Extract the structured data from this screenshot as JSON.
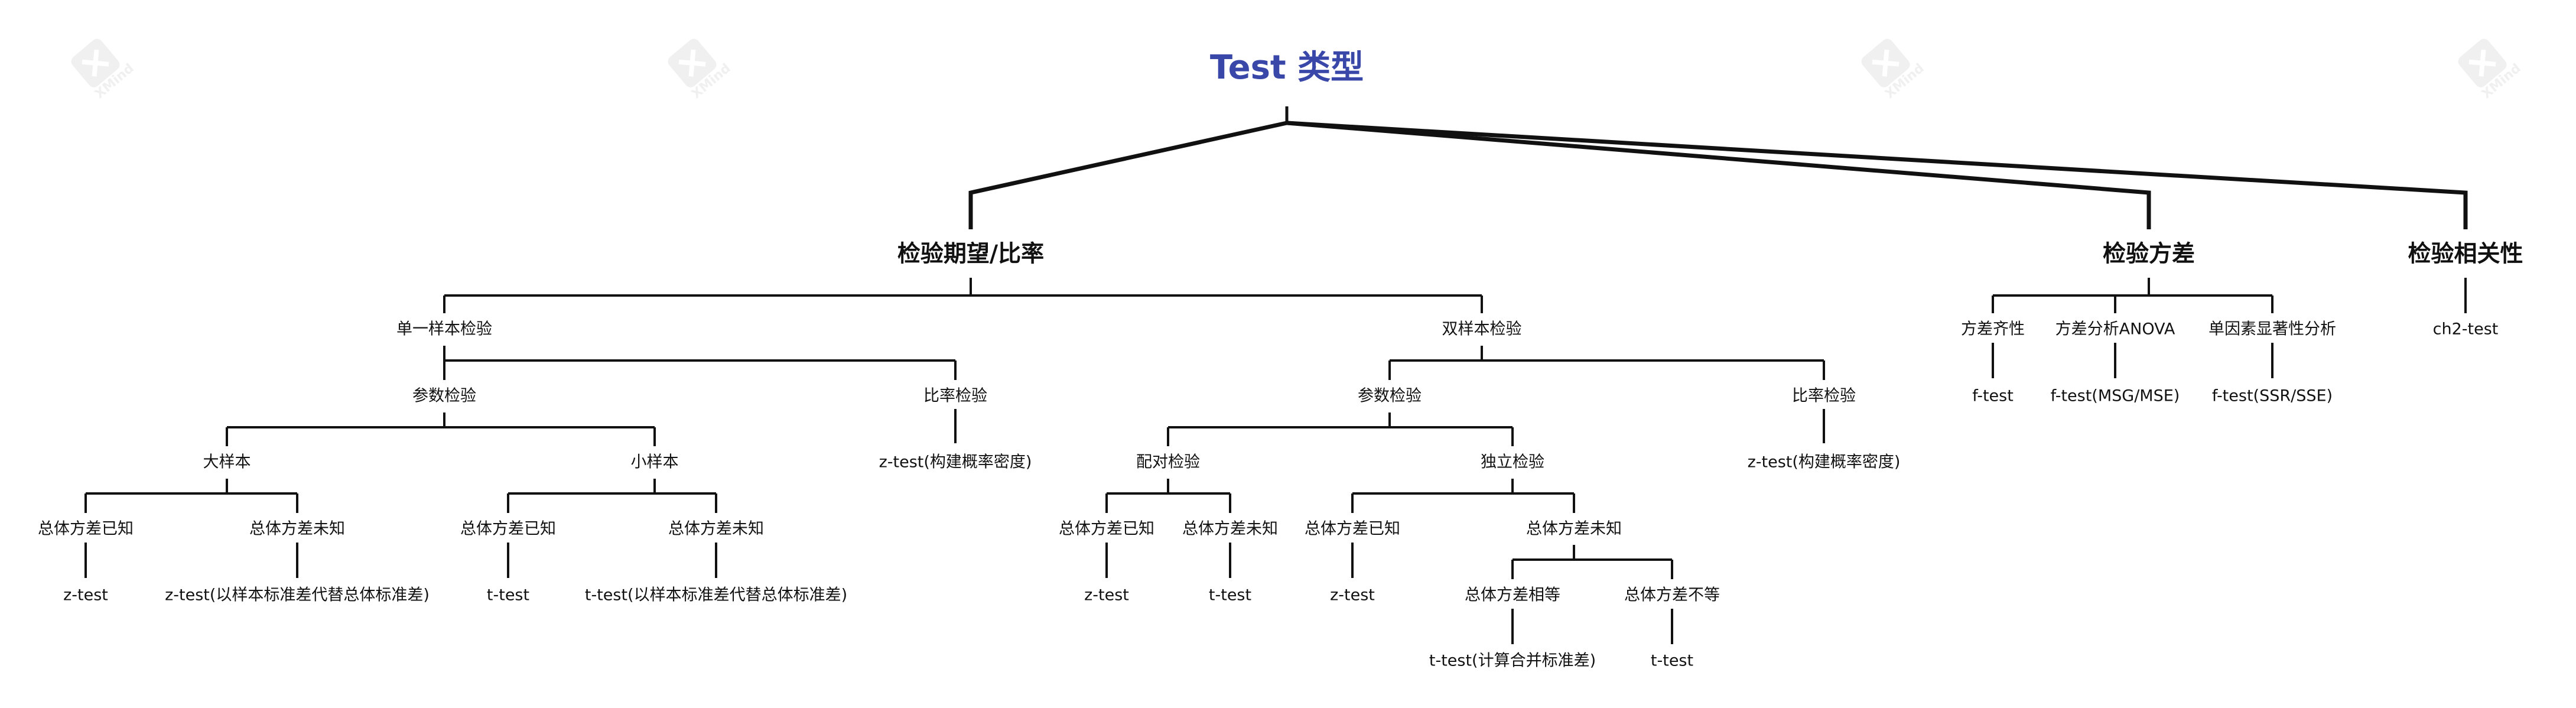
{
  "diagram": {
    "root": "Test 类型",
    "branches": {
      "expect": "检验期望/比率",
      "variance": "检验方差",
      "correlation": "检验相关性"
    },
    "expect": {
      "single": "单一样本检验",
      "double": "双样本检验",
      "single_param": "参数检验",
      "single_ratio": "比率检验",
      "single_ratio_leaf": "z-test(构建概率密度)",
      "large": "大样本",
      "small": "小样本",
      "large_known": "总体方差已知",
      "large_known_leaf": "z-test",
      "large_unknown": "总体方差未知",
      "large_unknown_leaf": "z-test(以样本标准差代替总体标准差)",
      "small_known": "总体方差已知",
      "small_known_leaf": "t-test",
      "small_unknown": "总体方差未知",
      "small_unknown_leaf": "t-test(以样本标准差代替总体标准差)",
      "double_param": "参数检验",
      "double_ratio": "比率检验",
      "double_ratio_leaf": "z-test(构建概率密度)",
      "paired": "配对检验",
      "indep": "独立检验",
      "paired_known": "总体方差已知",
      "paired_known_leaf": "z-test",
      "paired_unknown": "总体方差未知",
      "paired_unknown_leaf": "t-test",
      "indep_known": "总体方差已知",
      "indep_known_leaf": "z-test",
      "indep_unknown": "总体方差未知",
      "indep_equal": "总体方差相等",
      "indep_equal_leaf": "t-test(计算合并标准差)",
      "indep_unequal": "总体方差不等",
      "indep_unequal_leaf": "t-test"
    },
    "variance": {
      "homogeneity": "方差齐性",
      "homogeneity_leaf": "f-test",
      "anova": "方差分析ANOVA",
      "anova_leaf": "f-test(MSG/MSE)",
      "single_factor": "单因素显著性分析",
      "single_factor_leaf": "f-test(SSR/SSE)"
    },
    "correlation": {
      "leaf": "ch2-test"
    }
  },
  "watermark": {
    "text": "XMind",
    "icon": "xmind-logo-icon"
  },
  "colors": {
    "root_text": "#3948a8",
    "lines": "#111111",
    "text": "#111111",
    "background": "#ffffff"
  }
}
